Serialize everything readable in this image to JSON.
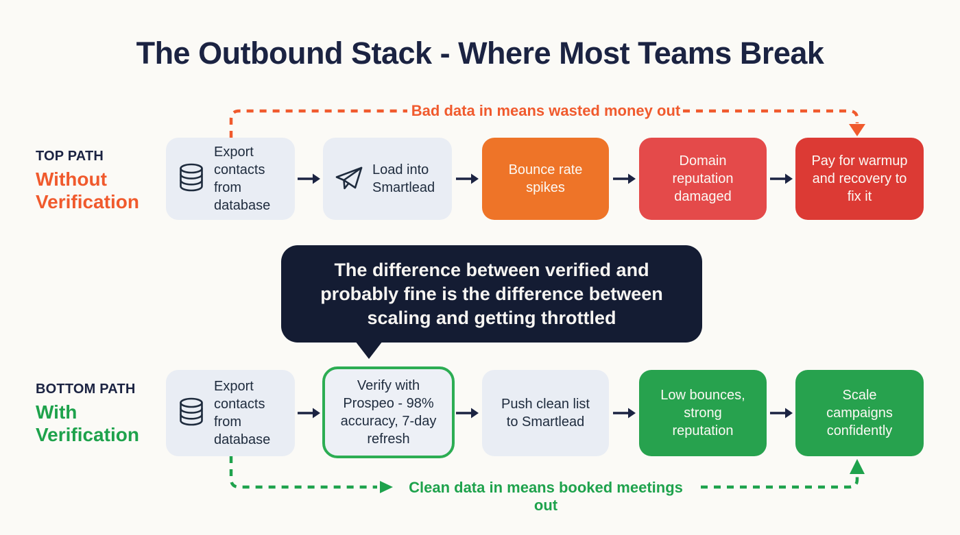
{
  "title": "The Outbound Stack - Where Most Teams Break",
  "colors": {
    "background": "#FBFAF6",
    "navy": "#1B2342",
    "light_box": "#E9EDF4",
    "orange_box": "#EE7428",
    "red_box": "#E44A4A",
    "dark_red_box": "#DC3A34",
    "green_box": "#27A24E",
    "green_border": "#2CAD53",
    "callout_bg": "#141C33",
    "orange_accent": "#F05A2D",
    "green_accent": "#1EA24C"
  },
  "top_path": {
    "kicker": "TOP PATH",
    "label_line1": "Without",
    "label_line2": "Verification",
    "connector_label": "Bad data in means wasted money out",
    "steps": [
      {
        "icon": "database-icon",
        "text": "Export contacts from database"
      },
      {
        "icon": "paper-plane-icon",
        "text": "Load into Smartlead"
      },
      {
        "text": "Bounce rate spikes"
      },
      {
        "text": "Domain reputation damaged"
      },
      {
        "text": "Pay for warmup and recovery to fix it"
      }
    ]
  },
  "callout": {
    "line1": "The difference between verified and",
    "line2": "probably fine is the difference between",
    "line3": "scaling and getting throttled"
  },
  "bottom_path": {
    "kicker": "BOTTOM PATH",
    "label_line1": "With",
    "label_line2": "Verification",
    "connector_label": "Clean data in means booked meetings out",
    "steps": [
      {
        "icon": "database-icon",
        "text": "Export contacts from database"
      },
      {
        "text": "Verify with Prospeo - 98% accuracy, 7-day refresh"
      },
      {
        "text": "Push clean list to Smartlead"
      },
      {
        "text": "Low bounces, strong reputation"
      },
      {
        "text": "Scale campaigns confidently"
      }
    ]
  }
}
